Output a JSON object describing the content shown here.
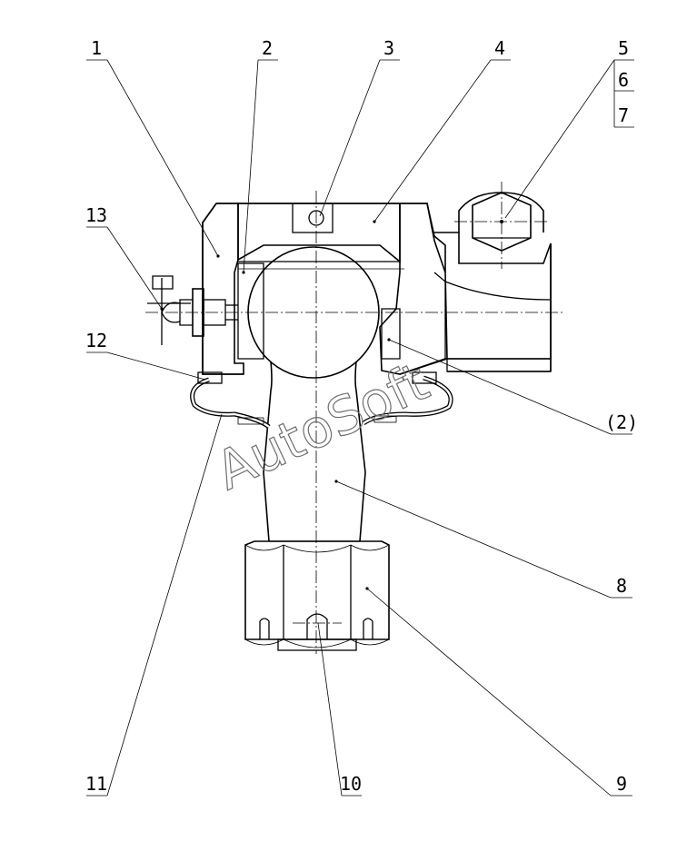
{
  "callouts": {
    "c1": "1",
    "c2": "2",
    "c3": "3",
    "c4": "4",
    "c5": "5",
    "c6": "6",
    "c7": "7",
    "c8": "8",
    "c9": "9",
    "c10": "10",
    "c11": "11",
    "c12": "12",
    "c13": "13",
    "c2b": "(2)"
  },
  "watermark": "AutoSoft"
}
